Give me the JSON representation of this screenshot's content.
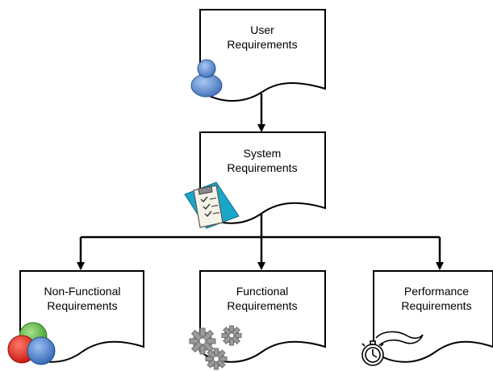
{
  "nodes": {
    "user": {
      "line1": "User",
      "line2": "Requirements",
      "icon": "user-person-icon"
    },
    "system": {
      "line1": "System",
      "line2": "Requirements",
      "icon": "clipboard-checklist-icon"
    },
    "nonfunctional": {
      "line1": "Non-Functional",
      "line2": "Requirements",
      "icon": "colored-circles-icon"
    },
    "functional": {
      "line1": "Functional",
      "line2": "Requirements",
      "icon": "gears-icon"
    },
    "performance": {
      "line1": "Performance",
      "line2": "Requirements",
      "icon": "stopwatch-icon"
    }
  },
  "edges": [
    {
      "from": "user",
      "to": "system"
    },
    {
      "from": "system",
      "to": "nonfunctional"
    },
    {
      "from": "system",
      "to": "functional"
    },
    {
      "from": "system",
      "to": "performance"
    }
  ],
  "colors": {
    "user_icon": "#5b8fd6",
    "clipboard_bg": "#1aa6c8",
    "circle_green": "#4caf3a",
    "circle_red": "#e0201a",
    "circle_blue": "#4a7fd0",
    "gear": "#9a9a9a"
  }
}
